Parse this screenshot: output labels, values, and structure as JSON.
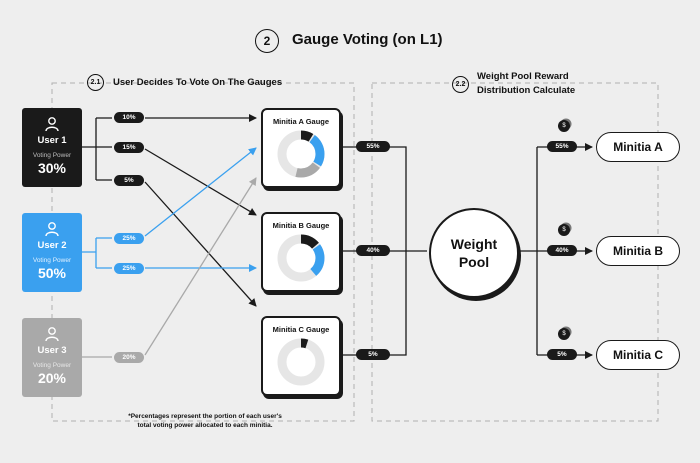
{
  "title": {
    "number": "2",
    "text": "Gauge Voting (on L1)"
  },
  "sections": [
    {
      "number": "2.1",
      "title": "User Decides To Vote On The Gauges"
    },
    {
      "number": "2.2",
      "title_line1": "Weight Pool Reward",
      "title_line2": "Distribution Calculate"
    }
  ],
  "users": [
    {
      "name": "User 1",
      "power_label": "Voting Power",
      "power": "30%",
      "color": "#1a1a1a",
      "allocations": [
        "10%",
        "15%",
        "5%"
      ]
    },
    {
      "name": "User 2",
      "power_label": "Voting Power",
      "power": "50%",
      "color": "#3aa0ef",
      "allocations": [
        "25%",
        "25%"
      ]
    },
    {
      "name": "User 3",
      "power_label": "Voting Power",
      "power": "20%",
      "color": "#a9a9a9",
      "allocations": [
        "20%"
      ]
    }
  ],
  "gauges": [
    {
      "title": "Minitia A Gauge",
      "share": "55%"
    },
    {
      "title": "Minitia B Gauge",
      "share": "40%"
    },
    {
      "title": "Minitia C Gauge",
      "share": "5%"
    }
  ],
  "gauge_fill": {
    "a": [
      {
        "color": "#1a1a1a",
        "value": 10
      },
      {
        "color": "#3aa0ef",
        "value": 25
      },
      {
        "color": "#a9a9a9",
        "value": 20
      }
    ],
    "b": [
      {
        "color": "#1a1a1a",
        "value": 15
      },
      {
        "color": "#3aa0ef",
        "value": 25
      }
    ],
    "c": [
      {
        "color": "#1a1a1a",
        "value": 5
      }
    ]
  },
  "weight_pool": {
    "line1": "Weight",
    "line2": "Pool"
  },
  "minitias": [
    {
      "name": "Minitia A",
      "share": "55%"
    },
    {
      "name": "Minitia B",
      "share": "40%"
    },
    {
      "name": "Minitia C",
      "share": "5%"
    }
  ],
  "footnote": {
    "line1": "*Percentages represent the portion of each user's",
    "line2": "total voting power allocated to each minitia."
  }
}
